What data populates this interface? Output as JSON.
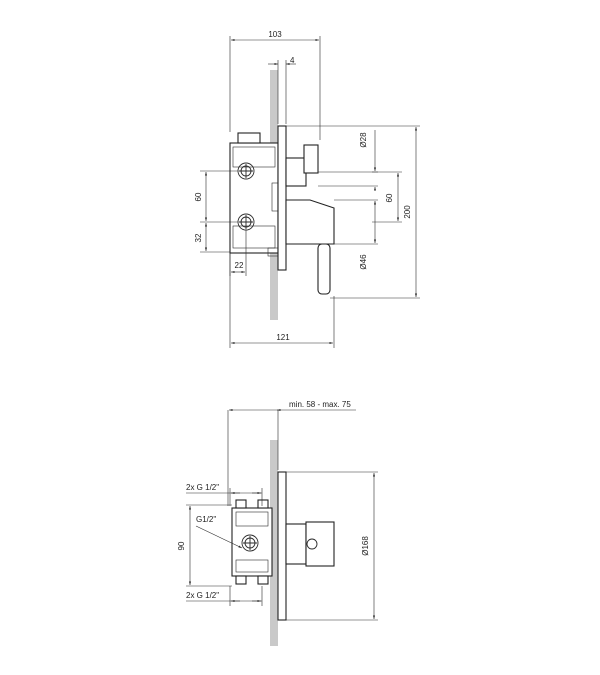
{
  "colors": {
    "line": "#2a2a2a",
    "wall": "#c9c9c9",
    "background": "#ffffff"
  },
  "views": {
    "side": {
      "dim_top_width": "103",
      "dim_plate": "4",
      "dim_stem_dia": "Ø28",
      "dim_handle_dia": "Ø46",
      "dim_offset": "60",
      "dim_total_height": "200",
      "dim_port_spacing": "60",
      "dim_bottom_port": "32",
      "dim_port_offset": "22",
      "dim_total_depth": "121"
    },
    "install": {
      "dim_range": "min. 58 - max. 75",
      "dim_top_port": "2x G 1/2\"",
      "dim_center_port": "G1/2\"",
      "dim_height": "90",
      "dim_bottom_port": "2x G 1/2\"",
      "dim_plate_dia": "Ø168"
    }
  }
}
